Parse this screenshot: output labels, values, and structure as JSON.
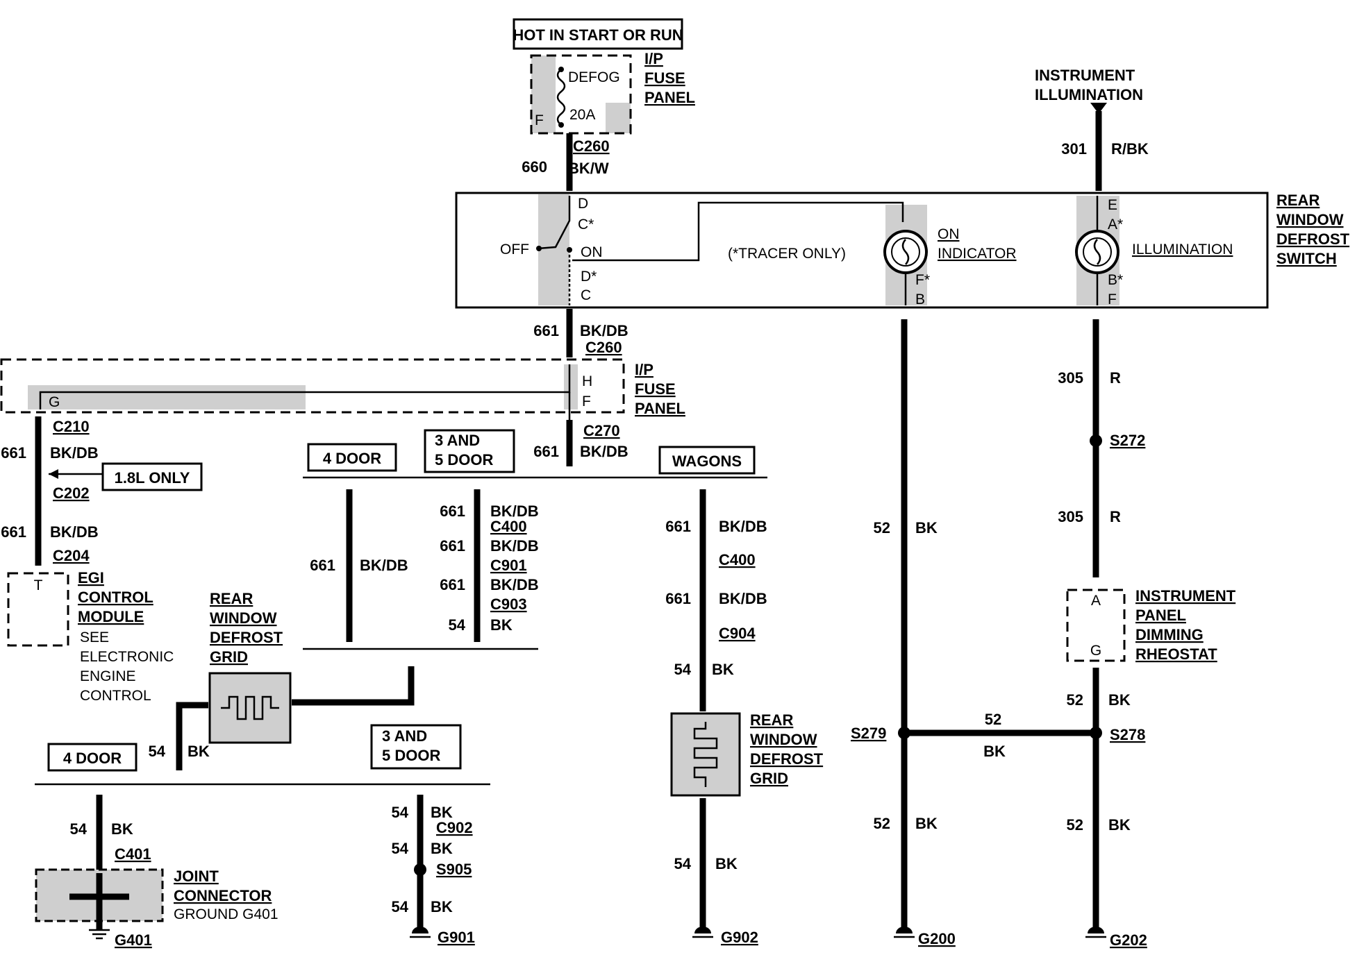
{
  "top": {
    "hot_label": "HOT IN START OR RUN",
    "fuse_name": "DEFOG",
    "fuse_rating": "20A",
    "fuse_pin": "F",
    "fuse_panel": [
      "I/P",
      "FUSE",
      "PANEL"
    ],
    "conn_c260_a": "C260",
    "circuit_660": "660",
    "color_660": "BK/W"
  },
  "illum": {
    "label_line1": "INSTRUMENT",
    "label_line2": "ILLUMINATION",
    "circuit": "301",
    "color": "R/BK"
  },
  "switch": {
    "title": [
      "REAR",
      "WINDOW",
      "DEFROST",
      "SWITCH"
    ],
    "pin_d_top": "D",
    "pin_c_star": "C*",
    "off": "OFF",
    "on": "ON",
    "pin_d_star": "D*",
    "pin_c": "C",
    "tracer": "(*TRACER ONLY)",
    "on_indicator": [
      "ON",
      "INDICATOR"
    ],
    "pin_f_star": "F*",
    "pin_b": "B",
    "pin_e": "E",
    "pin_a_star": "A*",
    "illumination": "ILLUMINATION",
    "pin_b_star": "B*",
    "pin_f": "F"
  },
  "mid": {
    "circuit_661": "661",
    "color_bkdb": "BK/DB",
    "conn_c260_b": "C260",
    "ip_pin_h": "H",
    "ip_pin_f": "F",
    "ip_pin_g": "G",
    "ip_panel": [
      "I/P",
      "FUSE",
      "PANEL"
    ],
    "conn_c270": "C270",
    "conn_c210": "C210",
    "conn_c202": "C202",
    "conn_c204": "C204",
    "only_18l": "1.8L ONLY"
  },
  "egi": {
    "pin_t": "T",
    "title": [
      "EGI",
      "CONTROL",
      "MODULE"
    ],
    "note": [
      "SEE",
      "ELECTRONIC",
      "ENGINE",
      "CONTROL"
    ]
  },
  "variants": {
    "four_door": "4 DOOR",
    "three_five_l1": "3 AND",
    "three_five_l2": "5 DOOR",
    "wagons": "WAGONS"
  },
  "connectors": {
    "c400": "C400",
    "c901": "C901",
    "c903": "C903",
    "c904": "C904",
    "c401": "C401",
    "c902": "C902",
    "s905": "S905",
    "s272": "S272",
    "s279": "S279",
    "s278": "S278"
  },
  "wires": {
    "c54": "54",
    "c52": "52",
    "c305": "305",
    "bk": "BK",
    "r": "R"
  },
  "grid": [
    "REAR",
    "WINDOW",
    "DEFROST",
    "GRID"
  ],
  "joint": {
    "title": [
      "JOINT",
      "CONNECTOR"
    ],
    "sub": "GROUND G401"
  },
  "rheostat": {
    "pin_a": "A",
    "pin_g": "G",
    "title": [
      "INSTRUMENT",
      "PANEL",
      "DIMMING",
      "RHEOSTAT"
    ]
  },
  "grounds": {
    "g401": "G401",
    "g901": "G901",
    "g902": "G902",
    "g200": "G200",
    "g202": "G202"
  }
}
